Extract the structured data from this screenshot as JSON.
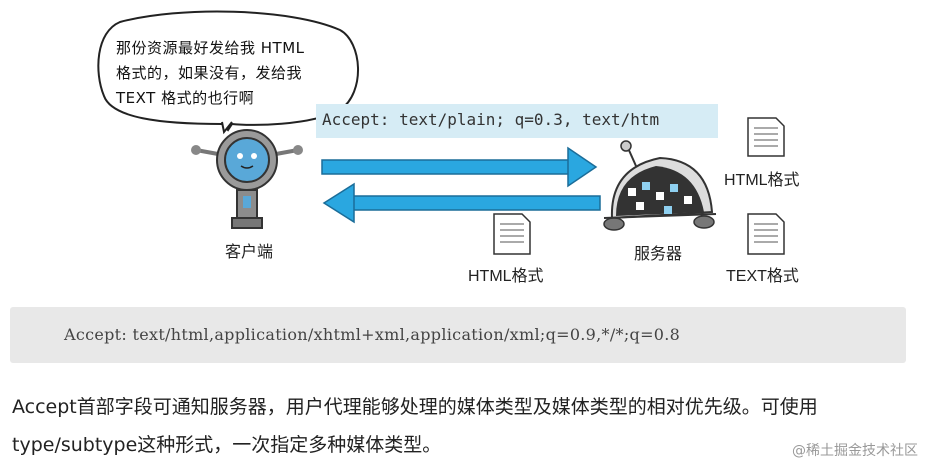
{
  "illustration": {
    "speech_bubble": "那份资源最好发给我 HTML\n格式的，如果没有，发给我\nTEXT 格式的也行啊",
    "request_header": "Accept: text/plain; q=0.3, text/htm",
    "client_label": "客户端",
    "server_label": "服务器",
    "response_doc_label": "HTML格式",
    "server_doc_html_label": "HTML格式",
    "server_doc_text_label": "TEXT格式"
  },
  "code_example": "Accept: text/html,application/xhtml+xml,application/xml;q=0.9,*/*;q=0.8",
  "paragraph": "Accept首部字段可通知服务器，用户代理能够处理的媒体类型及媒体类型的相对优先级。可使用type/subtype这种形式，一次指定多种媒体类型。",
  "watermark": "@稀土掘金技术社区",
  "colors": {
    "arrow": "#2aa7e0",
    "header_bg": "#d6ecf5",
    "code_bg": "#e8e8e8"
  }
}
